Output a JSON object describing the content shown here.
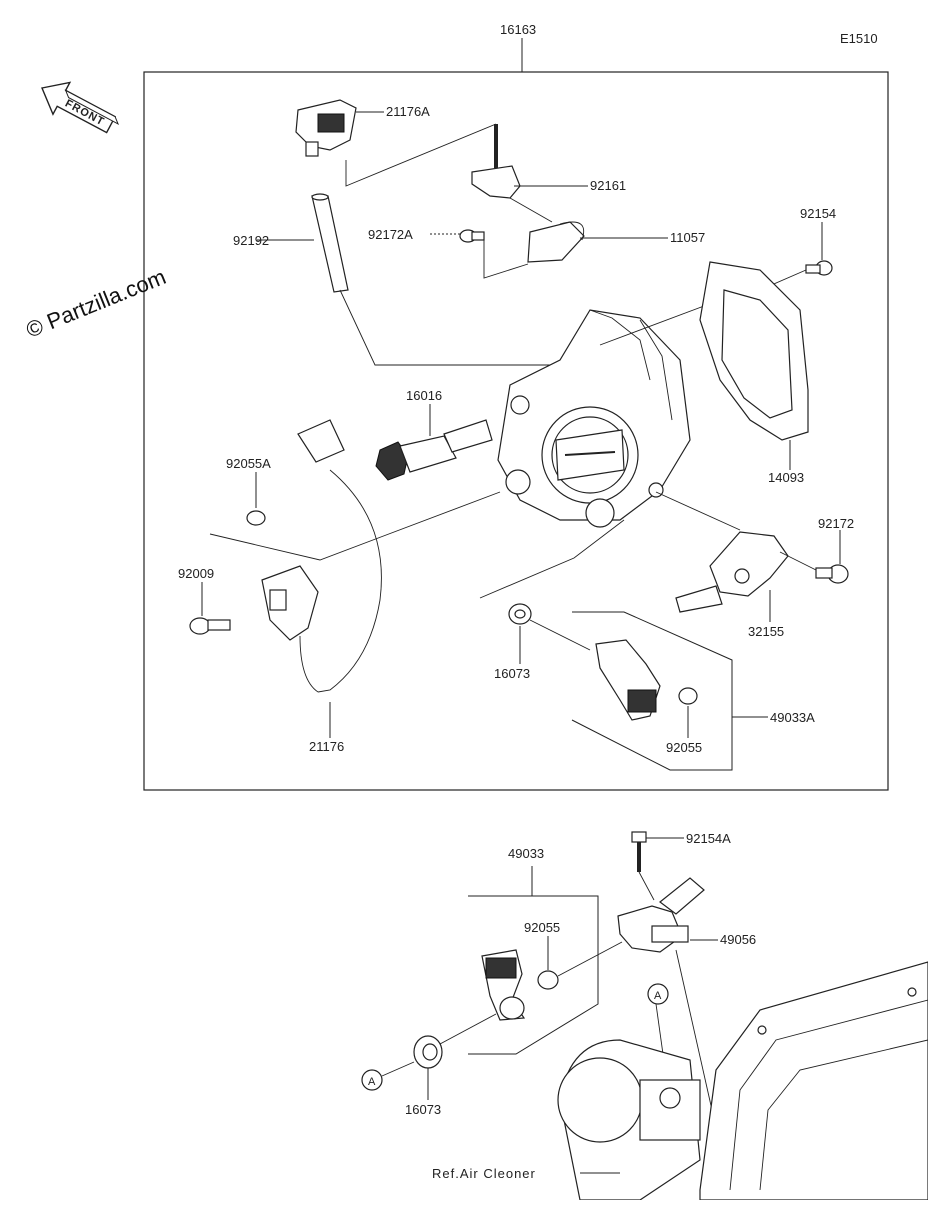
{
  "diagram_code": "E1510",
  "watermark": "© Partzilla.com",
  "front_label": "FRONT",
  "ref_label": "Ref.Air Cleoner",
  "callout_a": "A",
  "parts": {
    "p16163": "16163",
    "p21176A": "21176A",
    "p92161": "92161",
    "p92192": "92192",
    "p92172A": "92172A",
    "p11057": "11057",
    "p92154": "92154",
    "p16016": "16016",
    "p92055A": "92055A",
    "p14093": "14093",
    "p92172": "92172",
    "p92009": "92009",
    "p32155": "32155",
    "p16073_top": "16073",
    "p49033A": "49033A",
    "p21176": "21176",
    "p92055_top": "92055",
    "p92154A": "92154A",
    "p49033": "49033",
    "p92055_bottom": "92055",
    "p49056": "49056",
    "p16073_bottom": "16073"
  }
}
